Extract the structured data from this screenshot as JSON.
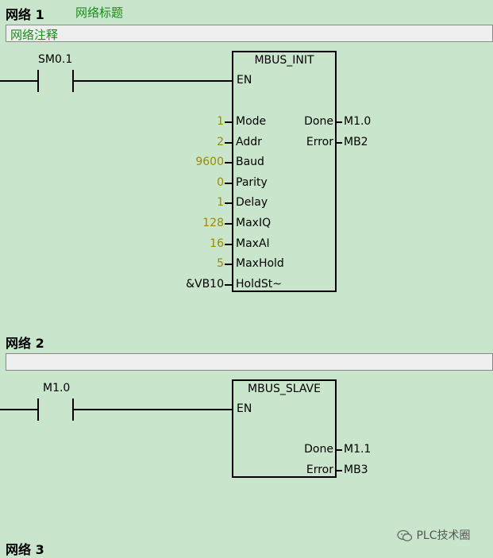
{
  "networks": [
    {
      "title": "网络 1",
      "subtitle": "网络标题",
      "comment": "网络注释",
      "contact": "SM0.1",
      "block": {
        "name": "MBUS_INIT",
        "enable": "EN",
        "inputs": [
          {
            "value": "1",
            "pin": "Mode"
          },
          {
            "value": "2",
            "pin": "Addr"
          },
          {
            "value": "9600",
            "pin": "Baud"
          },
          {
            "value": "0",
            "pin": "Parity"
          },
          {
            "value": "1",
            "pin": "Delay"
          },
          {
            "value": "128",
            "pin": "MaxIQ"
          },
          {
            "value": "16",
            "pin": "MaxAI"
          },
          {
            "value": "5",
            "pin": "MaxHold"
          },
          {
            "value": "&VB10",
            "pin": "HoldSt~"
          }
        ],
        "outputs": [
          {
            "pin": "Done",
            "value": "M1.0"
          },
          {
            "pin": "Error",
            "value": "MB2"
          }
        ]
      }
    },
    {
      "title": "网络 2",
      "comment": "",
      "contact": "M1.0",
      "block": {
        "name": "MBUS_SLAVE",
        "enable": "EN",
        "outputs": [
          {
            "pin": "Done",
            "value": "M1.1"
          },
          {
            "pin": "Error",
            "value": "MB3"
          }
        ]
      }
    },
    {
      "title": "网络 3"
    }
  ],
  "watermark": "PLC技术圈",
  "icons": {
    "watermark": "wechat-icon"
  },
  "colors": {
    "background": "#c9e6cd",
    "comment_text": "#1a8a1a",
    "param_value": "#9a8a00"
  }
}
